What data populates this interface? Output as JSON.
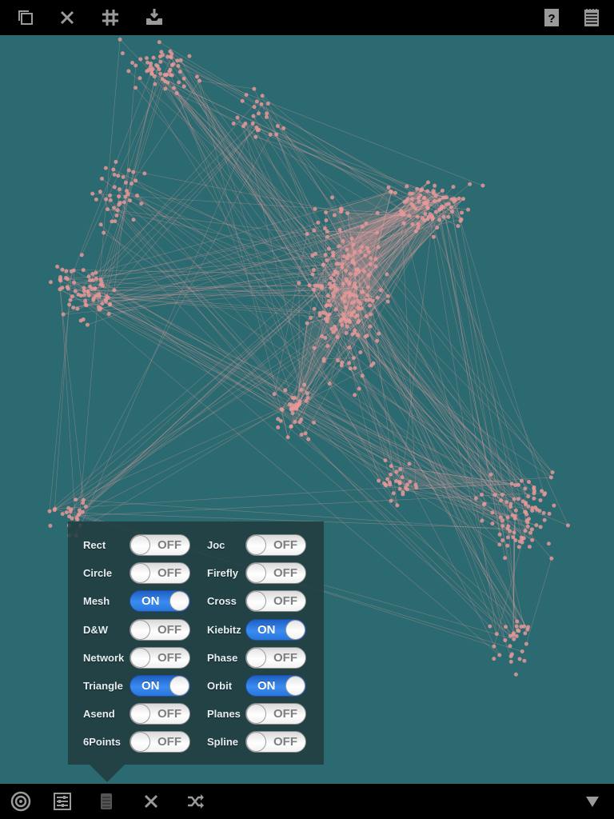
{
  "top_toolbar": {
    "icons": [
      "copy-icon",
      "close-icon",
      "grid-icon",
      "download-tray-icon",
      "help-icon",
      "notepad-icon"
    ]
  },
  "bottom_toolbar": {
    "icons": [
      "target-icon",
      "sliders-icon",
      "layers-icon",
      "close-icon",
      "shuffle-icon",
      "triangle-down-icon"
    ]
  },
  "colors": {
    "background": "#2b6a70",
    "stroke": "#e8a0a0",
    "point": "#e89898",
    "toggle_on": "#2f7fe6"
  },
  "settings": {
    "left": [
      {
        "label": "Rect",
        "state": "OFF"
      },
      {
        "label": "Circle",
        "state": "OFF"
      },
      {
        "label": "Mesh",
        "state": "ON"
      },
      {
        "label": "D&W",
        "state": "OFF"
      },
      {
        "label": "Network",
        "state": "OFF"
      },
      {
        "label": "Triangle",
        "state": "ON"
      },
      {
        "label": "Asend",
        "state": "OFF"
      },
      {
        "label": "6Points",
        "state": "OFF"
      }
    ],
    "right": [
      {
        "label": "Joc",
        "state": "OFF"
      },
      {
        "label": "Firefly",
        "state": "OFF"
      },
      {
        "label": "Cross",
        "state": "OFF"
      },
      {
        "label": "Kiebitz",
        "state": "ON"
      },
      {
        "label": "Phase",
        "state": "OFF"
      },
      {
        "label": "Orbit",
        "state": "ON"
      },
      {
        "label": "Planes",
        "state": "OFF"
      },
      {
        "label": "Spline",
        "state": "OFF"
      }
    ]
  }
}
